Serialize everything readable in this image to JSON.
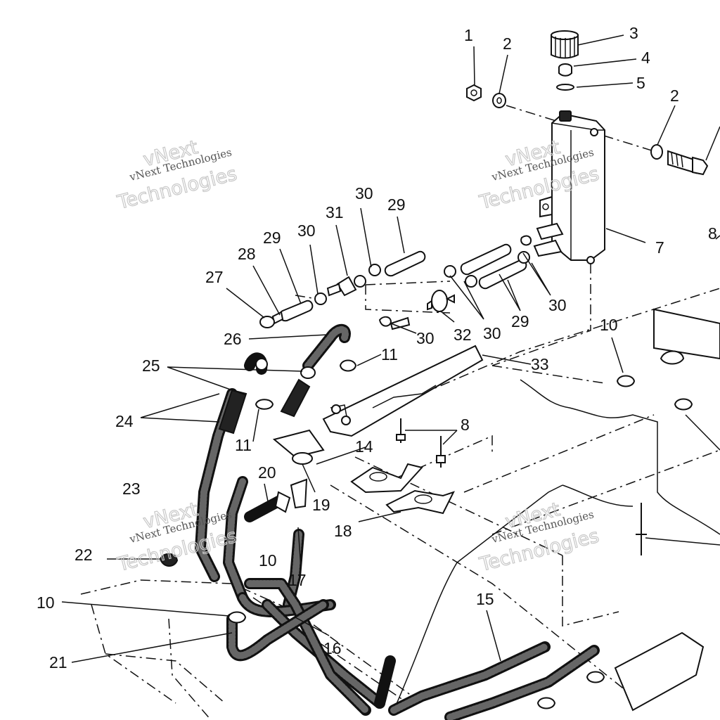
{
  "watermark": {
    "line_small": "vNext Technologies",
    "line_big_1": "vNext",
    "line_big_2": "Technologies"
  },
  "callouts": {
    "c1": "1",
    "c2a": "2",
    "c2b": "2",
    "c3": "3",
    "c4": "4",
    "c5": "5",
    "c7": "7",
    "c8a": "8",
    "c8b": "8",
    "c10a": "10",
    "c10b": "10",
    "c10c": "10",
    "c11a": "11",
    "c11b": "11",
    "c14": "14",
    "c15": "15",
    "c16": "16",
    "c17": "17",
    "c18": "18",
    "c19": "19",
    "c20": "20",
    "c21": "21",
    "c22": "22",
    "c23": "23",
    "c24": "24",
    "c25": "25",
    "c26": "26",
    "c27": "27",
    "c28": "28",
    "c29a": "29",
    "c29b": "29",
    "c29c": "29",
    "c30a": "30",
    "c30b": "30",
    "c30c": "30",
    "c30d": "30",
    "c30e": "30",
    "c31": "31",
    "c32": "32",
    "c33": "33"
  }
}
